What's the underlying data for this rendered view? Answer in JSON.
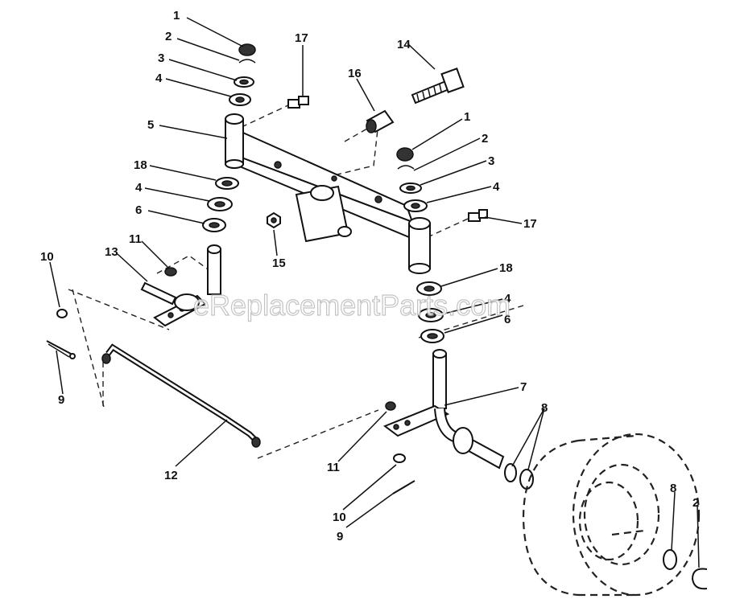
{
  "watermark": "eReplacementParts.com",
  "callouts": {
    "c1a": "1",
    "c2a": "2",
    "c3a": "3",
    "c4a": "4",
    "c5": "5",
    "c17a": "17",
    "c14": "14",
    "c16": "16",
    "c1b": "1",
    "c2b": "2",
    "c3b": "3",
    "c4b": "4",
    "c17b": "17",
    "c18a": "18",
    "c4c": "4",
    "c6a": "6",
    "c15": "15",
    "c11a": "11",
    "c13": "13",
    "c10a": "10",
    "c9a": "9",
    "c18b": "18",
    "c4d": "4",
    "c6b": "6",
    "c7": "7",
    "c8a": "8",
    "c12": "12",
    "c11b": "11",
    "c10b": "10",
    "c9b": "9",
    "c8b": "8",
    "c2c": "2"
  }
}
